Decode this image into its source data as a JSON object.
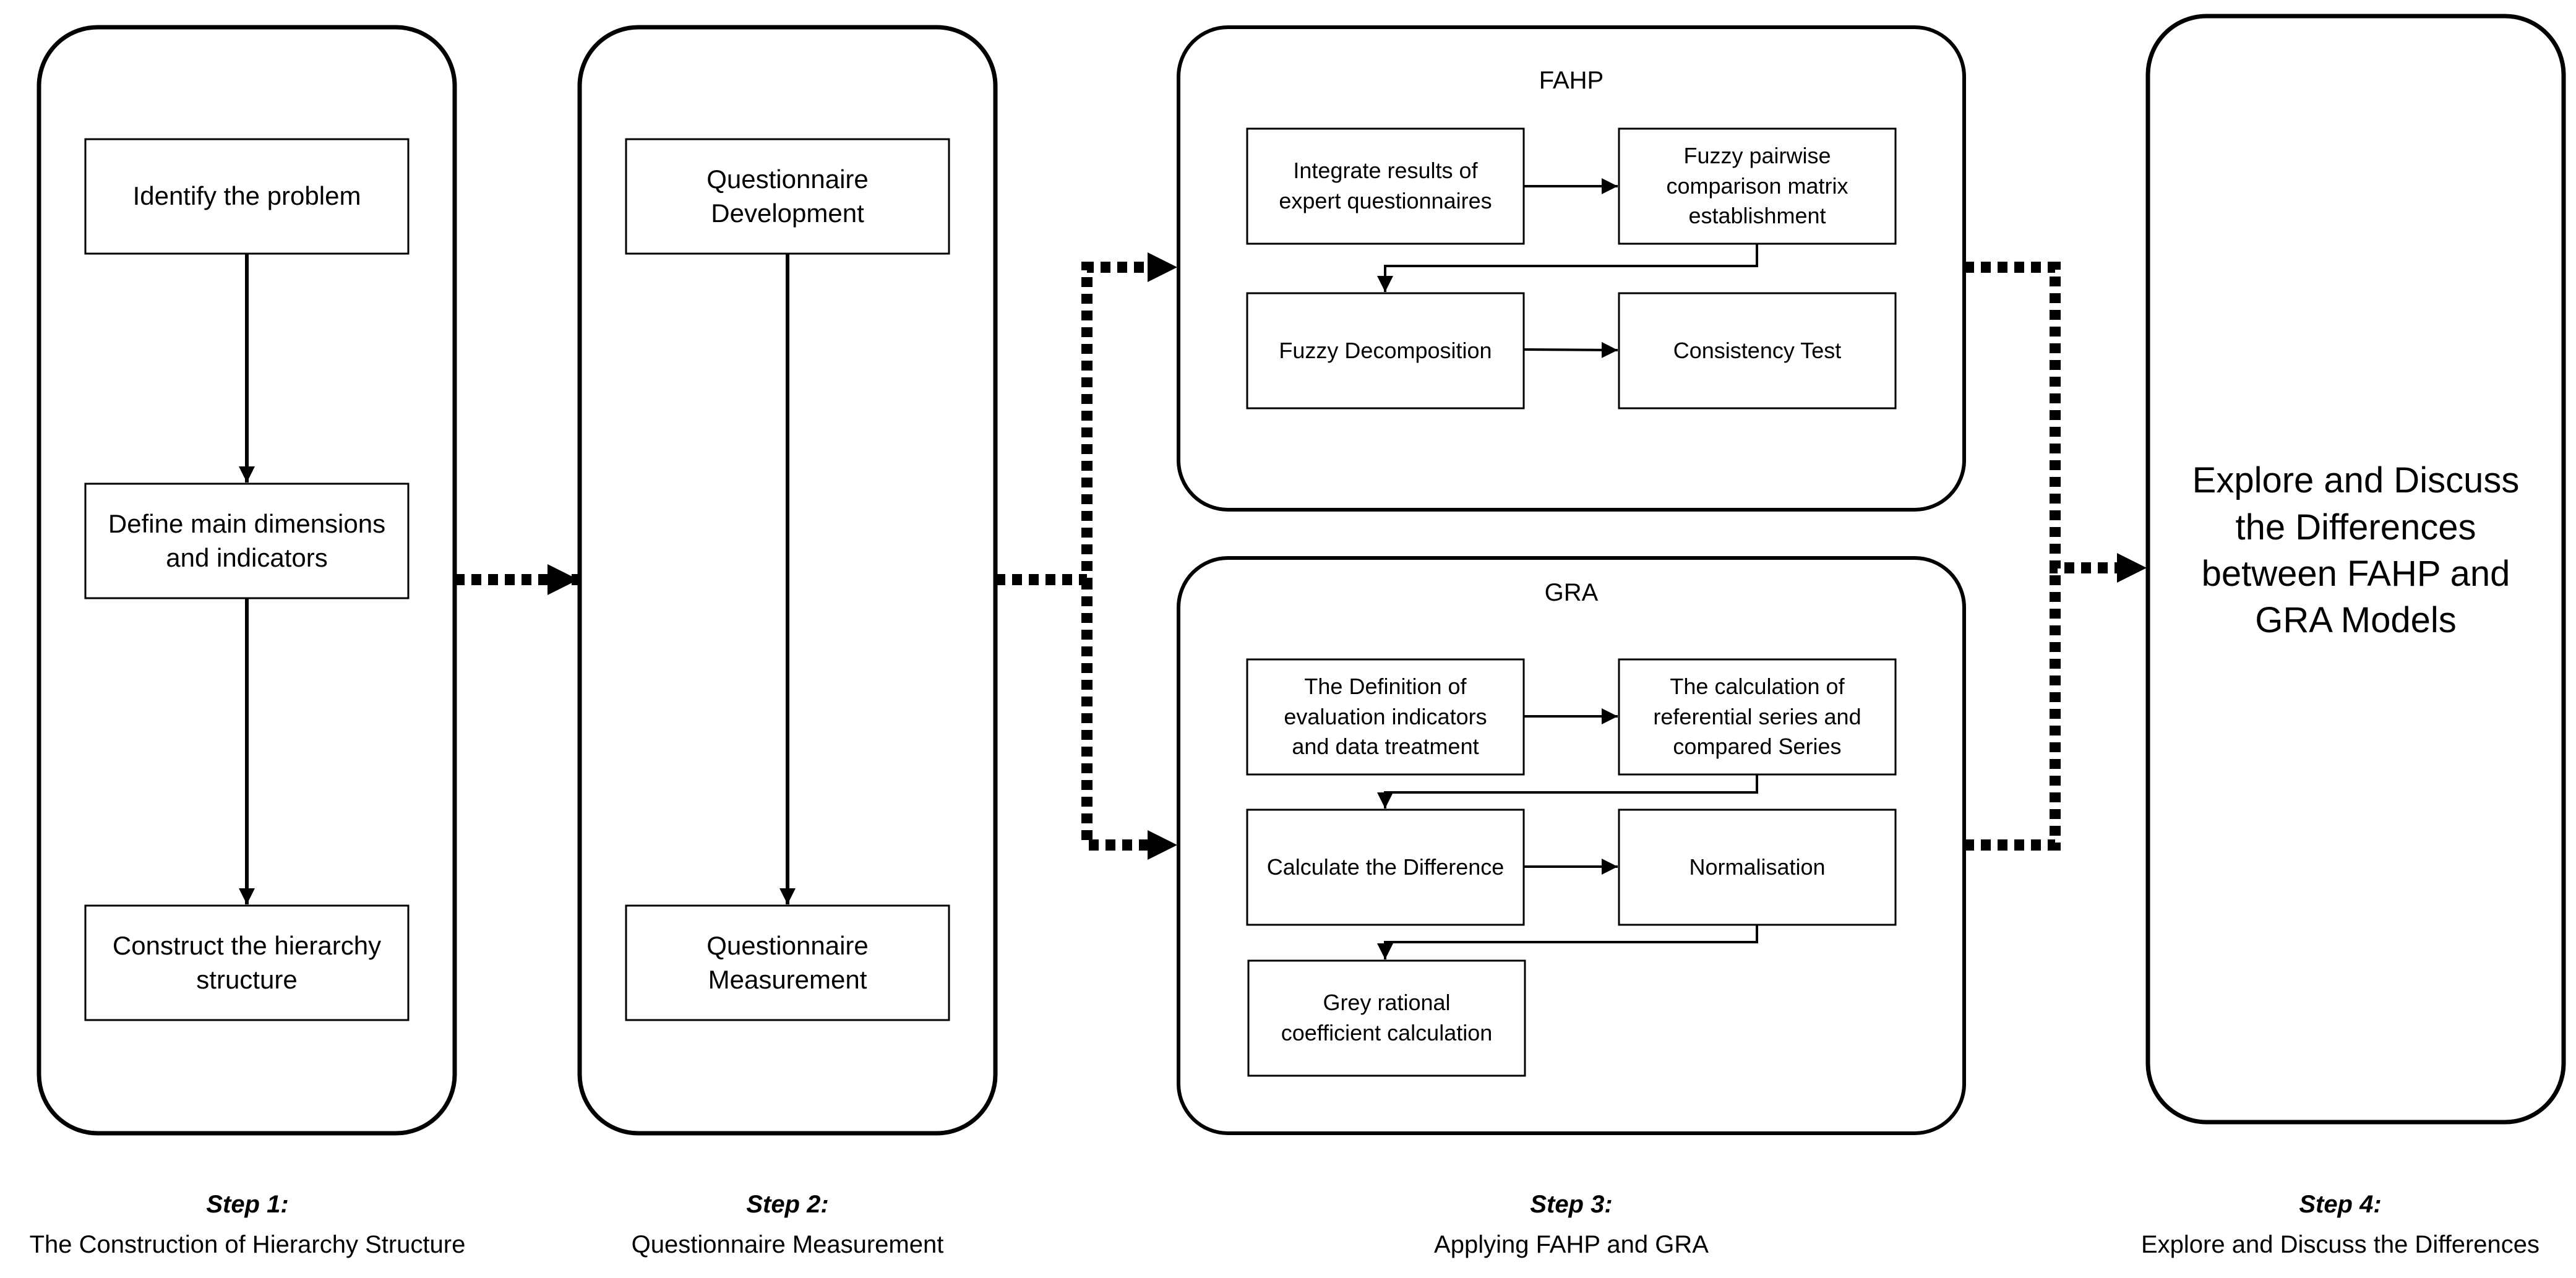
{
  "steps": [
    {
      "number": "Step 1:",
      "title": "The Construction of Hierarchy Structure"
    },
    {
      "number": "Step 2:",
      "title": "Questionnaire Measurement"
    },
    {
      "number": "Step 3:",
      "title": "Applying FAHP and GRA"
    },
    {
      "number": "Step 4:",
      "title": "Explore and Discuss the Differences"
    }
  ],
  "step1": {
    "boxes": [
      "Identify the problem",
      "Define main dimensions\nand indicators",
      "Construct the hierarchy\nstructure"
    ]
  },
  "step2": {
    "boxes": [
      "Questionnaire\nDevelopment",
      "Questionnaire\nMeasurement"
    ]
  },
  "fahp": {
    "title": "FAHP",
    "boxes": [
      "Integrate results of\nexpert questionnaires",
      "Fuzzy pairwise\ncomparison matrix\nestablishment",
      "Fuzzy Decomposition",
      "Consistency Test"
    ]
  },
  "gra": {
    "title": "GRA",
    "boxes": [
      "The Definition of\nevaluation indicators\nand data treatment",
      "The calculation of\nreferential series and\ncompared Series",
      "Calculate the Difference",
      "Normalisation",
      "Grey rational\ncoefficient calculation"
    ]
  },
  "step4": {
    "text": "Explore and Discuss\nthe Differences\nbetween FAHP and\nGRA Models"
  }
}
